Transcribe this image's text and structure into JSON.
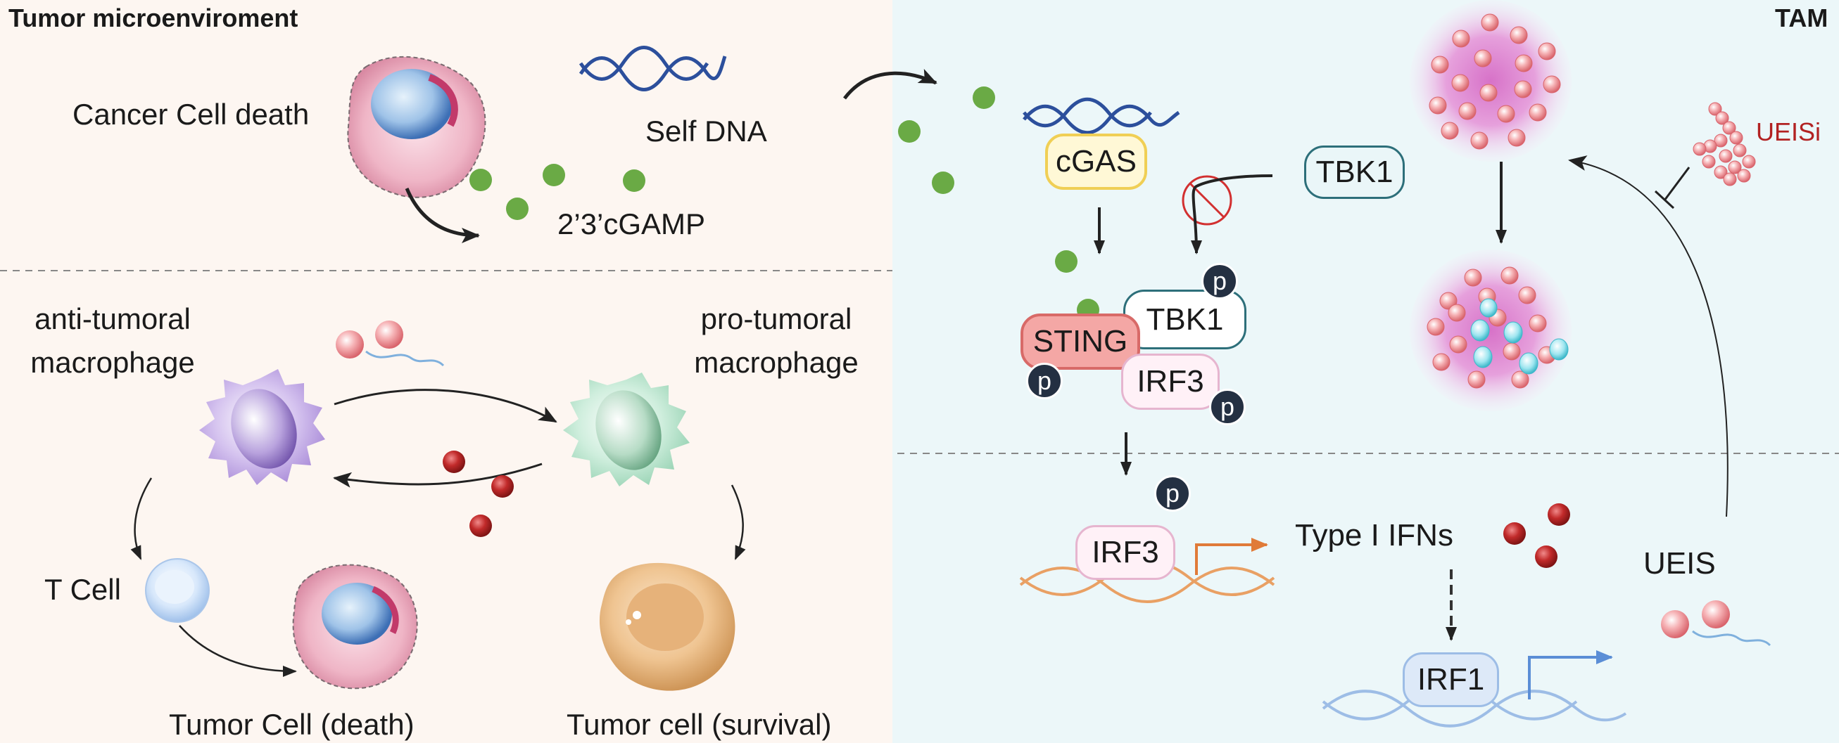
{
  "colors": {
    "left_bg": "#fdf6f1",
    "right_bg": "#ecf7f9",
    "cgamp_dot": "#6aaa45",
    "ifn_dot": "#b02424",
    "ueis_ball": "#f29a9f",
    "sting_fill": "#f4a7a5",
    "cgas_fill": "#fff8d6",
    "irf1_fill": "#dde9f8",
    "badge": "#243042",
    "orange_dna": "#e9a064",
    "blue_dna": "#9dbde6",
    "nav_dna": "#2c4f9c",
    "ueisi_text": "#b22222"
  },
  "left_panel": {
    "title": "Tumor microenviroment",
    "cancer_cell_death": "Cancer Cell death",
    "self_dna": "Self DNA",
    "cgamp": "2’3’cGAMP",
    "anti_tumoral_line1": "anti-tumoral",
    "anti_tumoral_line2": "macrophage",
    "pro_tumoral_line1": "pro-tumoral",
    "pro_tumoral_line2": "macrophage",
    "t_cell": "T Cell",
    "tumor_cell_death": "Tumor  Cell (death)",
    "tumor_cell_survival": "Tumor  cell (survival)"
  },
  "right_panel": {
    "title": "TAM",
    "ueisi": "UEISi",
    "ueis": "UEIS",
    "cgas": "cGAS",
    "tbk1_free": "TBK1",
    "tbk1_complex": "TBK1",
    "sting": "STING",
    "irf3_complex": "IRF3",
    "irf3_dna": "IRF3",
    "type_i_ifns": "Type I IFNs",
    "irf1": "IRF1",
    "phospho": "p"
  }
}
